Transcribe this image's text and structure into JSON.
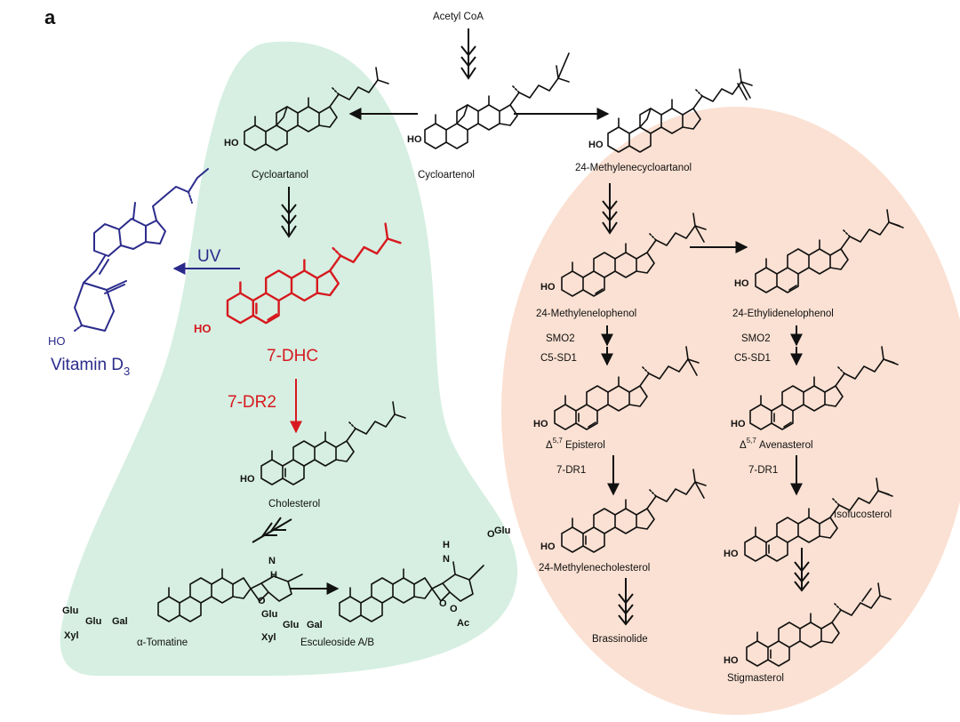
{
  "figure": {
    "panel_label": "a",
    "colors": {
      "left_region": "#d6efe2",
      "right_region": "#fbe1d3",
      "highlight_red": "#d7191f",
      "vitamin_blue": "#2b2b8c",
      "ink": "#111111"
    },
    "precursor": "Acetyl CoA",
    "compounds": {
      "cycloartenol": "Cycloartenol",
      "cycloartanol": "Cycloartanol",
      "methylenecycloartanol": "24-Methylenecycloartanol",
      "dhc": "7-DHC",
      "vitamin_d3_main": "Vitamin D",
      "vitamin_d3_sub": "3",
      "cholesterol": "Cholesterol",
      "tomatine": "α-Tomatine",
      "esculeoside": "Esculeoside A/B",
      "methylenelophenol": "24-Methylenelophenol",
      "ethylidenelophenol": "24-Ethylidenelophenol",
      "episterol_delta": "Δ",
      "episterol_sup": "5,7",
      "episterol_name": " Episterol",
      "avenasterol_delta": "Δ",
      "avenasterol_sup": "5,7",
      "avenasterol_name": " Avenasterol",
      "methylenecholesterol": "24-Methylenecholesterol",
      "isofucosterol": "Isofucosterol",
      "brassinolide": "Brassinolide",
      "stigmasterol": "Stigmasterol"
    },
    "enzymes": {
      "uv": "UV",
      "dr2": "7-DR2",
      "smo2_left": "SMO2",
      "c5sd1_left": "C5-SD1",
      "smo2_right": "SMO2",
      "c5sd1_right": "C5-SD1",
      "dr1_left": "7-DR1",
      "dr1_right": "7-DR1"
    },
    "atoms": {
      "ho": "HO",
      "n": "N",
      "h": "H",
      "o": "O",
      "ac": "Ac",
      "glu": "Glu",
      "gal": "Gal",
      "xyl": "Xyl"
    }
  }
}
